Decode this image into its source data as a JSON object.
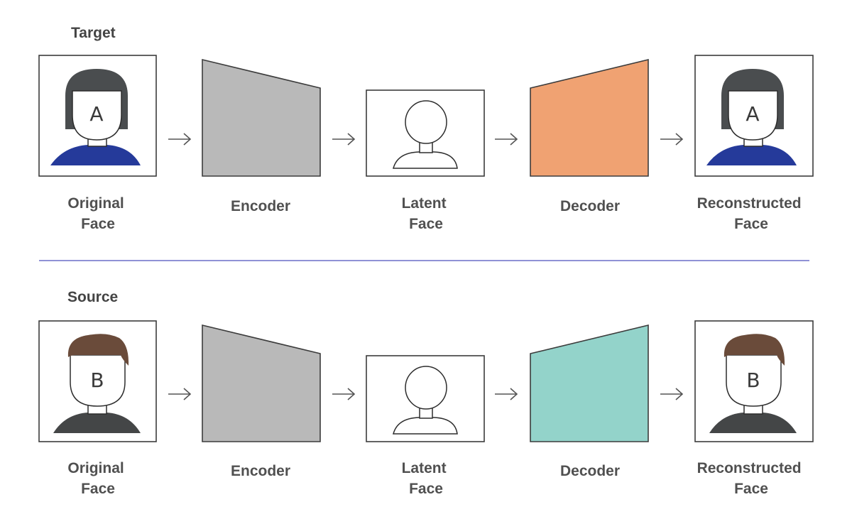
{
  "rows": [
    {
      "section_label": "Target",
      "face_letter": "A",
      "hair_style": "bob",
      "captions": {
        "original": [
          "Original",
          "Face"
        ],
        "encoder": "Encoder",
        "latent": [
          "Latent",
          "Face"
        ],
        "decoder": "Decoder",
        "reconstructed": [
          "Reconstructed",
          "Face"
        ]
      },
      "colors": {
        "hair": "#4a4d4f",
        "shirt": "#253a9a",
        "encoder": "#b9b9b9",
        "decoder": "#f0a272"
      }
    },
    {
      "section_label": "Source",
      "face_letter": "B",
      "hair_style": "short",
      "captions": {
        "original": [
          "Original",
          "Face"
        ],
        "encoder": "Encoder",
        "latent": [
          "Latent",
          "Face"
        ],
        "decoder": "Decoder",
        "reconstructed": [
          "Reconstructed",
          "Face"
        ]
      },
      "colors": {
        "hair": "#6a4b3a",
        "shirt": "#444647",
        "encoder": "#b9b9b9",
        "decoder": "#93d3ca"
      }
    }
  ],
  "divider_color": "#6b6fc8"
}
